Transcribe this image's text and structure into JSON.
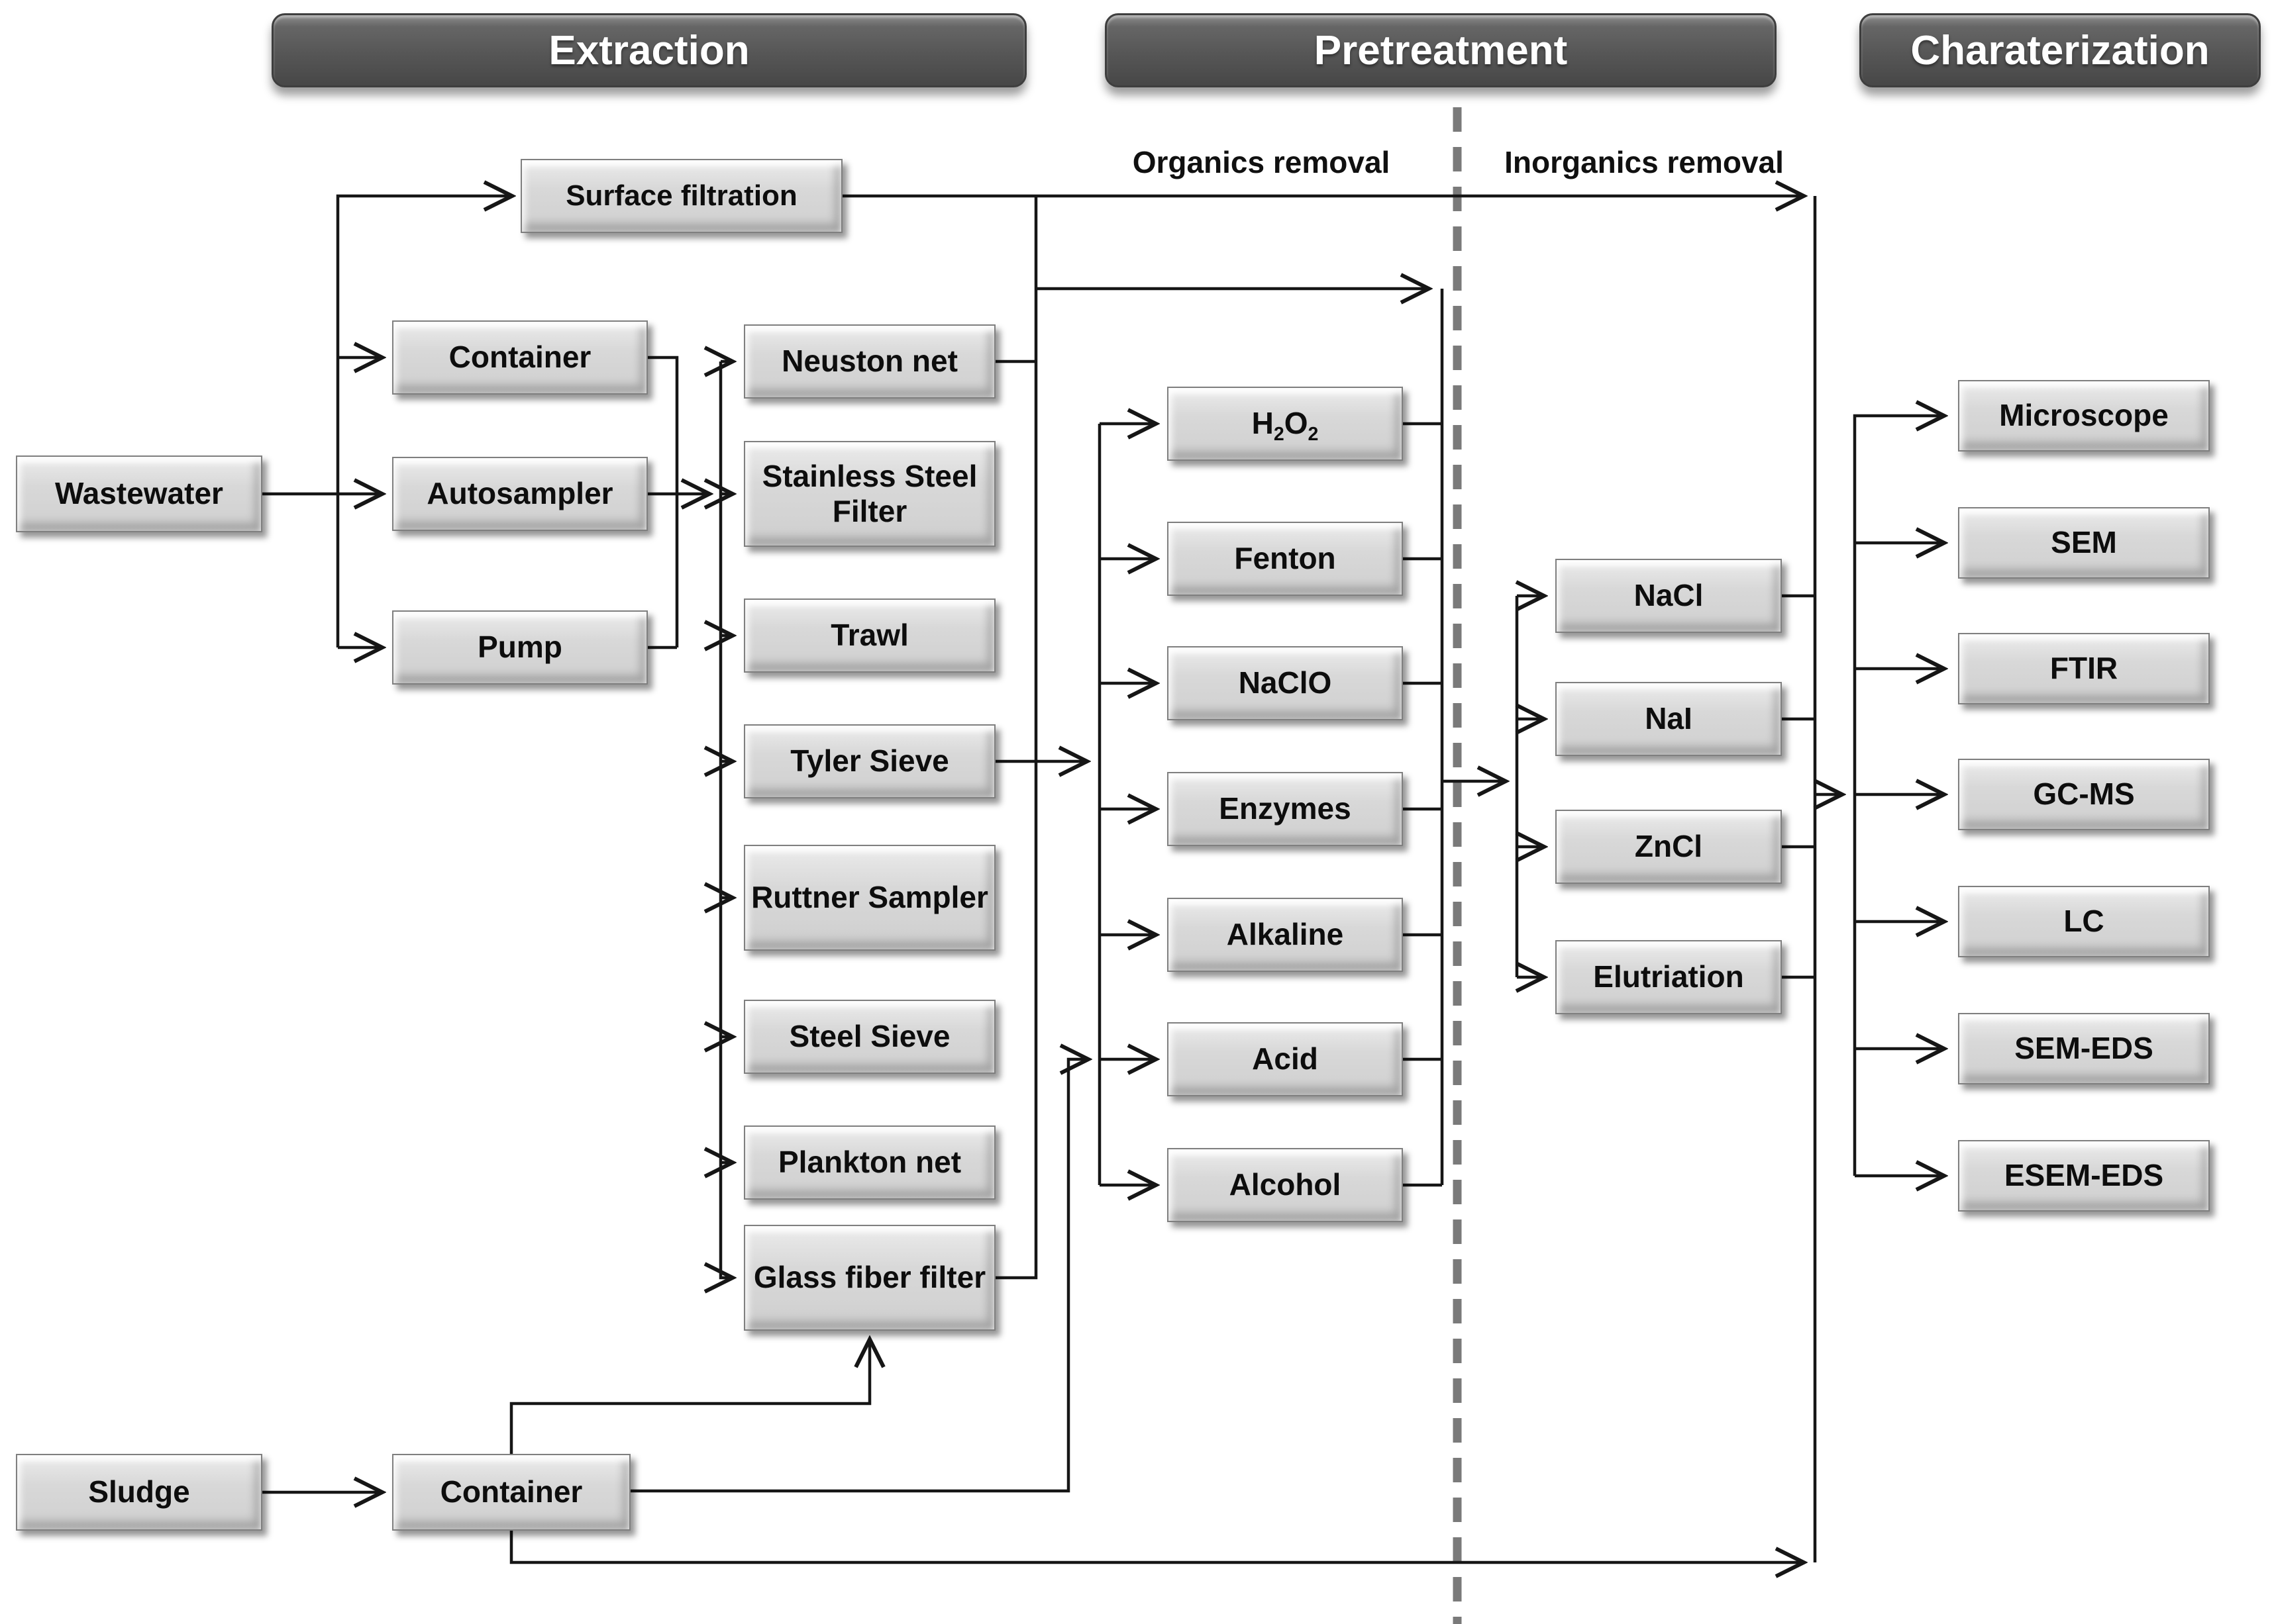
{
  "colors": {
    "canvas-bg": "#ffffff",
    "header-bg": "#565656",
    "header-text": "#ffffff",
    "node-bg": "#d3d3d3",
    "node-border": "#7f7f7f",
    "node-text": "#0d0d0d",
    "line": "#161616",
    "divider": "#7a7a7a"
  },
  "headers": {
    "extraction": "Extraction",
    "pretreatment": "Pretreatment",
    "characterization": "Charaterization"
  },
  "stage_labels": {
    "organics": "Organics removal",
    "inorganics": "Inorganics removal"
  },
  "sources": {
    "wastewater": "Wastewater",
    "sludge": "Sludge"
  },
  "extraction": {
    "surface_filtration": "Surface filtration",
    "collection": [
      "Container",
      "Autosampler",
      "Pump"
    ],
    "devices": [
      "Neuston net",
      "Stainless Steel Filter",
      "Trawl",
      "Tyler Sieve",
      "Ruttner Sampler",
      "Steel Sieve",
      "Plankton net",
      "Glass fiber filter"
    ]
  },
  "organics_removal": {
    "h2o2_parts": {
      "t1": "H",
      "sub1": "2",
      "t2": "O",
      "sub2": "2"
    },
    "methods": [
      "H2O2",
      "Fenton",
      "NaClO",
      "Enzymes",
      "Alkaline",
      "Acid",
      "Alcohol"
    ]
  },
  "inorganics_removal": {
    "methods": [
      "NaCl",
      "NaI",
      "ZnCl",
      "Elutriation"
    ]
  },
  "characterization_techniques": [
    "Microscope",
    "SEM",
    "FTIR",
    "GC-MS",
    "LC",
    "SEM-EDS",
    "ESEM-EDS"
  ],
  "sludge_path": {
    "container": "Container"
  }
}
